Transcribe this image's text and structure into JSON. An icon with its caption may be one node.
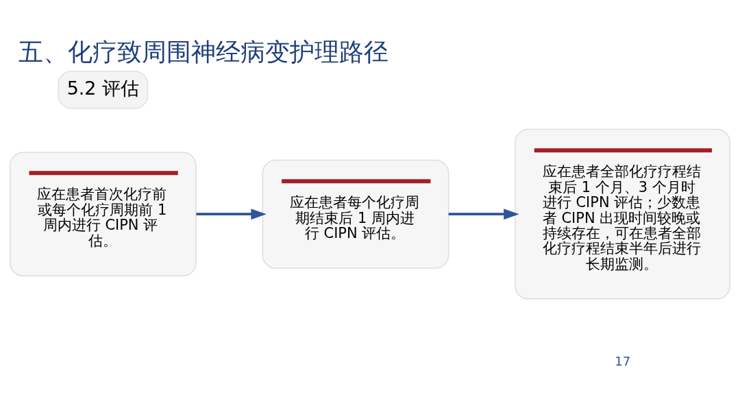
{
  "diagram": {
    "title": "五、化疗致周围神经病变护理路径",
    "nodes": [
      {
        "text": [
          "应在患者首次化疗前或每个化疗周期前 1 周内进行 CIPN 评估。"
        ]
      },
      {
        "text": [
          "应在患者每个化疗周期结束后 1 周内进行 CIPN 评估。"
        ]
      },
      {
        "text": [
          "应在患者全部化疗疗程结束后 1 个月、3 个月时进行 CIPN 评估；少数患者 CIPN 出现时间较晚或持续存在，可在患者全部化疗疗程结束半年后进行长期监测。"
        ]
      }
    ],
    "edges": [
      {
        "from": 0,
        "to": 1,
        "arrow": "to"
      },
      {
        "from": 1,
        "to": 2,
        "arrow": "to"
      }
    ],
    "labels": [
      "5.2 评估",
      "17"
    ]
  }
}
